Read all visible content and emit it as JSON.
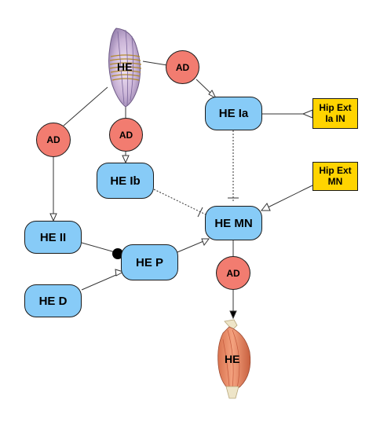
{
  "nodes": {
    "muscle_spindle_label": "HE",
    "muscle_label": "HE",
    "he_ia": "HE Ia",
    "he_ib": "HE Ib",
    "he_ii": "HE II",
    "he_p": "HE P",
    "he_d": "HE D",
    "he_mn": "HE MN"
  },
  "ad_labels": {
    "ad_top": "AD",
    "ad_left": "AD",
    "ad_middle": "AD",
    "ad_bottom": "AD"
  },
  "inputs": {
    "hip_ext_ia_in": "Hip Ext\nIa IN",
    "hip_ext_mn": "Hip Ext\nMN"
  },
  "colors": {
    "neuron_node": "#87cbf7",
    "ad_node": "#f27c70",
    "input_node": "#ffd400",
    "edge": "#333333"
  }
}
